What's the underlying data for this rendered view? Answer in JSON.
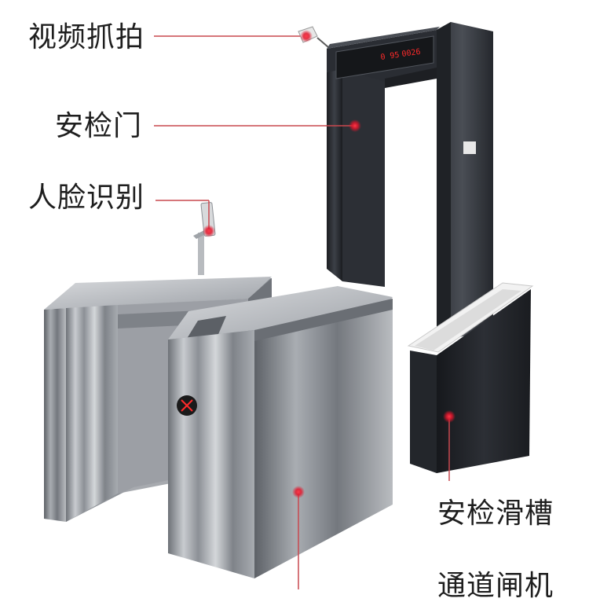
{
  "callouts": {
    "video_capture": "视频抓拍",
    "security_gate": "安检门",
    "face_recognition": "人脸识别",
    "security_tray": "安检滑槽",
    "turnstile": "通道闸机"
  },
  "gate_display": {
    "readout_left": "0 95",
    "readout_right": "0026"
  },
  "colors": {
    "callout_line": "#c9484f",
    "callout_dot": "#e2162c",
    "gate_frame": "#2a2d33",
    "steel": "#9a9ea4",
    "tray": "#1f2126",
    "led_red": "#ff2a2a"
  }
}
